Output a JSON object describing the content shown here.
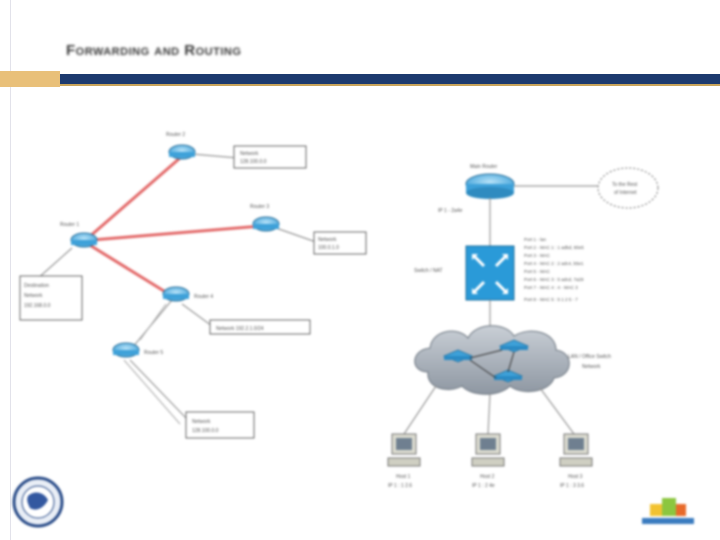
{
  "slide": {
    "title": "Forwarding and Routing"
  },
  "left_diagram": {
    "routers": [
      {
        "label": "Router 1"
      },
      {
        "label": "Router 2"
      },
      {
        "label": "Router 3"
      },
      {
        "label": "Router 4"
      },
      {
        "label": "Router 5"
      }
    ],
    "info_boxes": [
      {
        "lines": [
          "Network",
          "128.100.0.0"
        ]
      },
      {
        "lines": [
          "Network",
          "100.0.1.0"
        ]
      },
      {
        "lines": [
          "Destination",
          "Network",
          "192.168.0.0"
        ]
      },
      {
        "lines": [
          "Network 192.2.1.0/24"
        ]
      },
      {
        "lines": [
          "Network",
          "128.100.0.0"
        ]
      }
    ]
  },
  "right_diagram": {
    "gateway_label": "Main Router",
    "gateway_caption": "IP 1 - 2a4e",
    "internet_cloud_lines": [
      "To the Rest",
      "of Internet"
    ],
    "switch_label": "Switch / NAT",
    "port_labels": [
      "Port 1 - lan",
      "Port 2 - MAC 1 : 1 adbd, 80e5",
      "Port 3 - MAC",
      "Port 4 - MAC 2 : 2 adc4, b5e1",
      "Port 5 - MAC",
      "Port 6 - MAC 3 : 5 adcd, 7a29",
      "Port 7 - MAC 4 : 4 - MAC 3",
      "Port 8 - MAC 5 : 5 1 2 5 - 7"
    ],
    "lan_cloud_lines": [
      "LAN / Office Switch",
      "Network"
    ],
    "hosts": [
      {
        "name": "Host 1",
        "addr": "IP 1 : 1 2.6"
      },
      {
        "name": "Host 2",
        "addr": "IP 1 : 2 4e"
      },
      {
        "name": "Host 3",
        "addr": "IP 1 : 3 3.6"
      }
    ]
  },
  "colors": {
    "accent_gold": "#e9c079",
    "title_bar_navy": "#1d3a6e",
    "link_red": "#e05a5a",
    "router_blue": "#3ea1d9",
    "switch_blue": "#2a9ad8",
    "cloud_gray": "#9aa3ad"
  },
  "icons": [
    "router-icon",
    "switch-icon",
    "cloud-icon",
    "computer-icon",
    "university-seal-icon",
    "publisher-logo-icon"
  ]
}
